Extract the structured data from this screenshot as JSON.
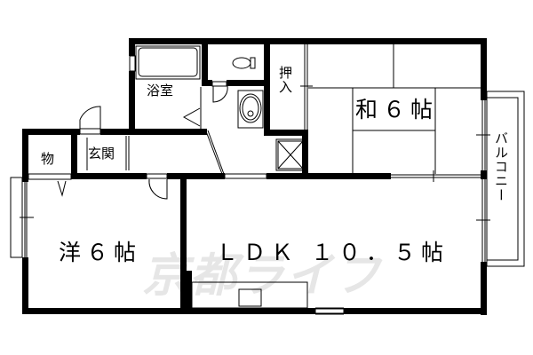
{
  "floor_plan": {
    "watermark": "京都ライフ",
    "rooms": {
      "western_room": "洋６帖",
      "japanese_room": "和６帖",
      "ldk": "ＬＤＫ １０．５帖",
      "bathroom": "浴室",
      "entrance": "玄関",
      "storage": "物",
      "closet": "押入",
      "balcony": "バルコニー"
    },
    "colors": {
      "wall": "#000000",
      "background": "#ffffff",
      "watermark": "#e6e6e6"
    }
  }
}
